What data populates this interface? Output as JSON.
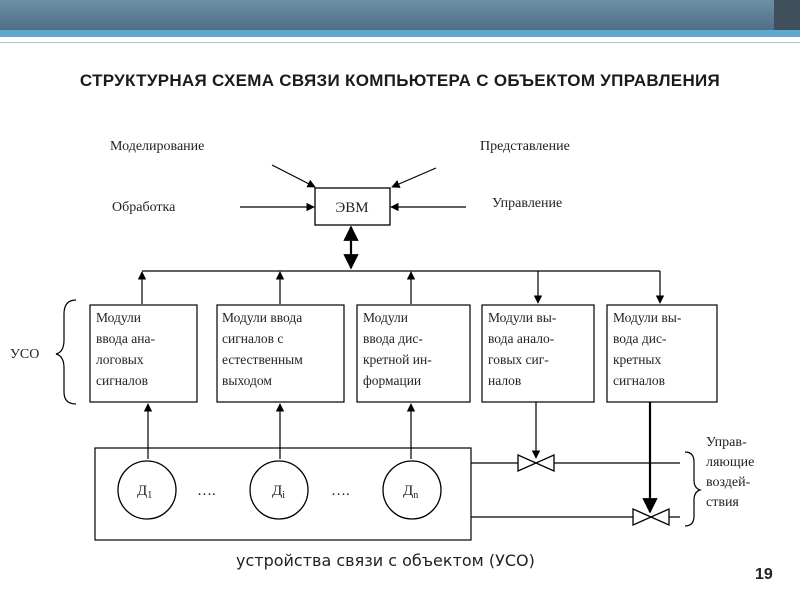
{
  "title": "СТРУКТУРНАЯ СХЕМА СВЯЗИ КОМПЬЮТЕРА С ОБЪЕКТОМ УПРАВЛЕНИЯ",
  "evm": "ЭВМ",
  "inputs": {
    "modeling": "Моделирование",
    "processing": "Обработка",
    "representation": "Представление",
    "control": "Управление"
  },
  "uso_label": "УСО",
  "modules": [
    [
      "Модули",
      "ввода ана-",
      "логовых",
      "сигналов"
    ],
    [
      "Модули ввода",
      "сигналов с",
      "естественным",
      "выходом"
    ],
    [
      "Модули",
      "ввода дис-",
      "кретной ин-",
      "формации"
    ],
    [
      "Модули вы-",
      "вода анало-",
      "говых сиг-",
      "налов"
    ],
    [
      "Модули вы-",
      "вода дис-",
      "кретных",
      "сигналов"
    ]
  ],
  "sensors": {
    "d1": {
      "main": "Д",
      "sub": "1"
    },
    "di": {
      "main": "Д",
      "sub": "i"
    },
    "dn": {
      "main": "Д",
      "sub": "n"
    },
    "dots": "…."
  },
  "control_actions": [
    "Управ-",
    "ляющие",
    "воздей-",
    "ствия"
  ],
  "caption": "устройства связи с объектом (УСО)",
  "page_number": "19",
  "colors": {
    "band": "#5f7f96",
    "accent": "#5fa9cf",
    "line": "#000000"
  }
}
